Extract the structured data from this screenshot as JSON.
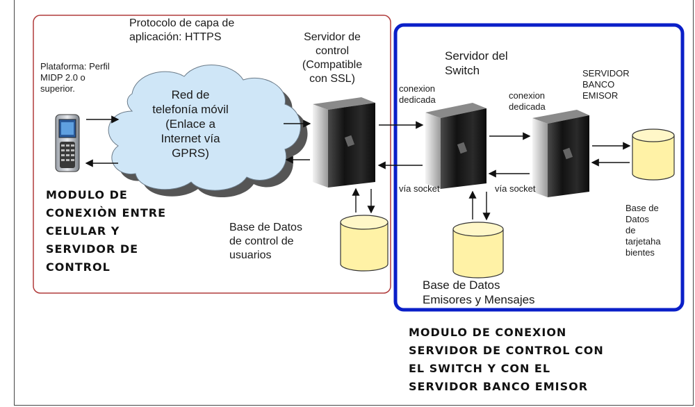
{
  "labels": {
    "protocol": "Protocolo de capa de\naplicación: HTTPS",
    "platform": "Plataforma: Perfil\nMIDP 2.0 o\nsuperior.",
    "network": "Red de\ntelefonía móvil\n(Enlace a\nInternet vía\nGPRS)",
    "control_server": "Servidor de\ncontrol\n(Compatible\ncon SSL)",
    "switch_server": "Servidor del\nSwitch",
    "bank_server": "SERVIDOR\nBANCO\nEMISOR",
    "dedicated_1": "conexion\ndedicada",
    "dedicated_2": "conexion\ndedicada",
    "socket_1": "vía socket",
    "socket_2": "vía socket",
    "db_control": "Base de Datos\nde control de\nusuarios",
    "db_issuers": "Base de Datos\nEmisores y Mensajes",
    "db_cardholders": "Base de\nDatos\nde\ntarjetaha\nbientes"
  },
  "modules": {
    "left_title": "MODULO DE\nCONEXIÒN ENTRE\nCELULAR Y\nSERVIDOR DE\nCONTROL",
    "right_title": "MODULO DE CONEXION\nSERVIDOR DE CONTROL CON\nEL SWITCH Y CON EL\nSERVIDOR BANCO EMISOR"
  },
  "colors": {
    "left_border": "#b03a3a",
    "right_border": "#0a1fc8",
    "cloud_fill": "#cfe6f7",
    "cloud_shadow": "#555555",
    "db_fill": "#fff2a6",
    "server_body": "#1c1c1c"
  },
  "icons": [
    "cell-phone-icon",
    "cloud-icon",
    "server-icon",
    "database-icon",
    "arrow-icon"
  ]
}
